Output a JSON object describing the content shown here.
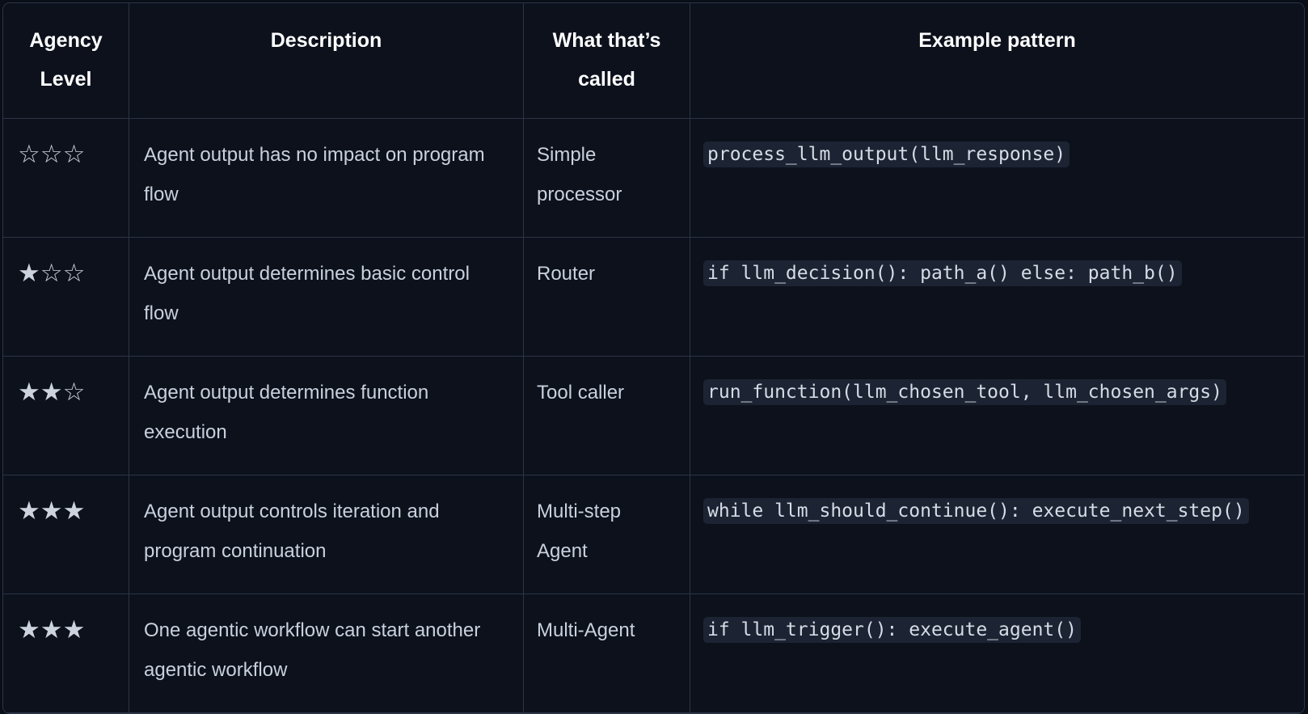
{
  "table": {
    "columns": [
      {
        "key": "agency_level",
        "label": "Agency Level"
      },
      {
        "key": "description",
        "label": "Description"
      },
      {
        "key": "what_called",
        "label": "What that’s called"
      },
      {
        "key": "example_pattern",
        "label": "Example pattern"
      }
    ],
    "rows": [
      {
        "stars": "☆☆☆",
        "filled_stars": 0,
        "total_stars": 3,
        "description": "Agent output has no impact on program flow",
        "what_called": "Simple processor",
        "example_pattern": "process_llm_output(llm_response)"
      },
      {
        "stars": "★☆☆",
        "filled_stars": 1,
        "total_stars": 3,
        "description": "Agent output determines basic control flow",
        "what_called": "Router",
        "example_pattern": "if llm_decision(): path_a() else: path_b()"
      },
      {
        "stars": "★★☆",
        "filled_stars": 2,
        "total_stars": 3,
        "description": "Agent output determines function execution",
        "what_called": "Tool caller",
        "example_pattern": "run_function(llm_chosen_tool, llm_chosen_args)"
      },
      {
        "stars": "★★★",
        "filled_stars": 3,
        "total_stars": 3,
        "description": "Agent output controls iteration and program continuation",
        "what_called": "Multi-step Agent",
        "example_pattern": "while llm_should_continue(): execute_next_step()"
      },
      {
        "stars": "★★★",
        "filled_stars": 3,
        "total_stars": 3,
        "description": "One agentic workflow can start another agentic workflow",
        "what_called": "Multi-Agent",
        "example_pattern": "if llm_trigger(): execute_agent()"
      }
    ]
  },
  "colors": {
    "page_background": "#0a0e18",
    "table_background": "#0c111c",
    "border": "#2b3447",
    "header_text": "#ffffff",
    "body_text": "#c9d1de",
    "star": "#ccd3de",
    "code_text": "#d6dce6",
    "code_background": "#1c2433"
  }
}
